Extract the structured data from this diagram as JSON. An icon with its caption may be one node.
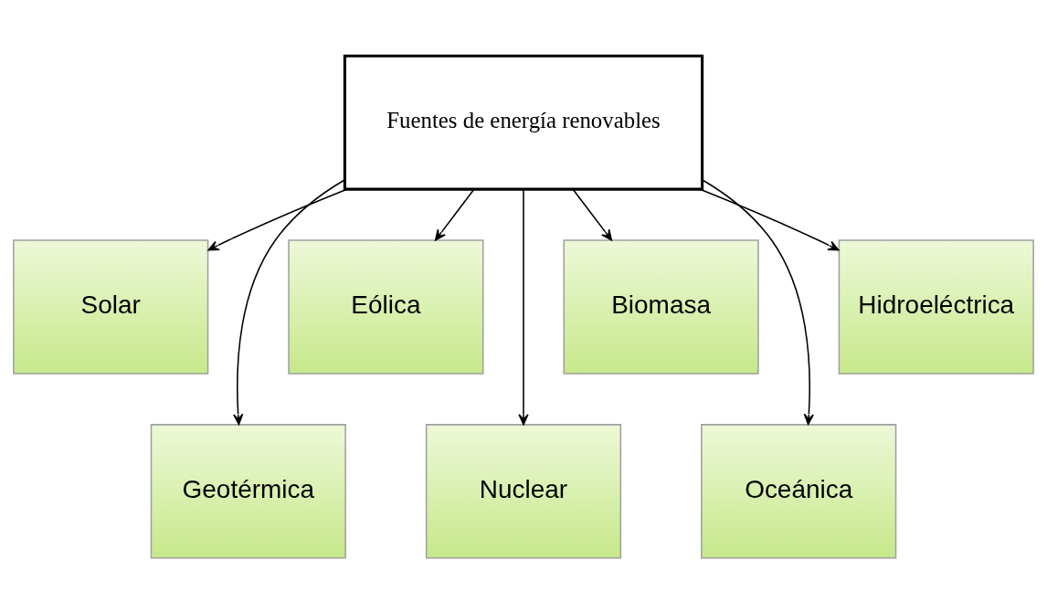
{
  "diagram": {
    "nodes": [
      {
        "text": [
          "Fuentes de energía renovables"
        ]
      },
      {
        "text": [
          "Solar"
        ]
      },
      {
        "text": [
          "Eólica"
        ]
      },
      {
        "text": [
          "Biomasa"
        ]
      },
      {
        "text": [
          "Hidroeléctrica"
        ]
      },
      {
        "text": [
          "Geotérmica"
        ]
      },
      {
        "text": [
          "Nuclear"
        ]
      },
      {
        "text": [
          "Oceánica"
        ]
      }
    ],
    "edges": [
      {
        "from": 0,
        "to": 1,
        "arrow": "to"
      },
      {
        "from": 0,
        "to": 5,
        "arrow": "to"
      },
      {
        "from": 0,
        "to": 2,
        "arrow": "to"
      },
      {
        "from": 0,
        "to": 6,
        "arrow": "to"
      },
      {
        "from": 0,
        "to": 3,
        "arrow": "to"
      },
      {
        "from": 0,
        "to": 7,
        "arrow": "to"
      },
      {
        "from": 0,
        "to": 4,
        "arrow": "to"
      }
    ]
  }
}
